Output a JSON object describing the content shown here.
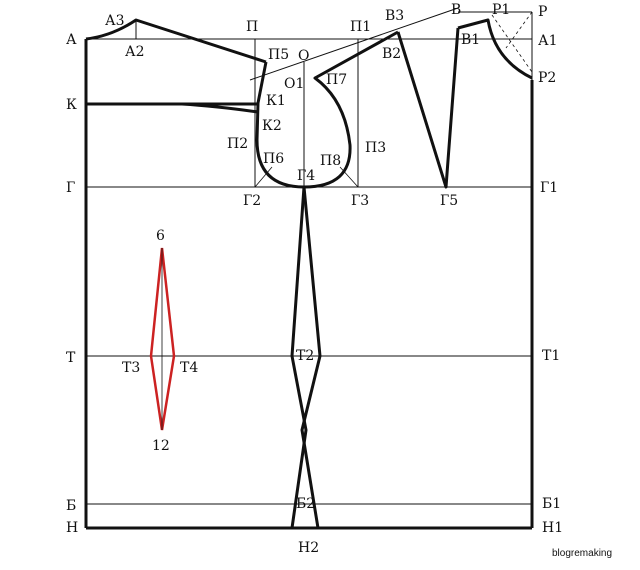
{
  "labels": {
    "A": "А",
    "A1": "А1",
    "A2": "А2",
    "A3": "А3",
    "P": "П",
    "P1": "П1",
    "P2": "П2",
    "P3": "П3",
    "P5": "П5",
    "P6": "П6",
    "P7": "П7",
    "P8": "П8",
    "O": "О",
    "O1": "О1",
    "V": "В",
    "V1": "В1",
    "V2": "В2",
    "V3": "В3",
    "R": "Р",
    "R1": "Р1",
    "R2": "Р2",
    "K": "К",
    "K1": "К1",
    "K2": "К2",
    "G": "Г",
    "G1": "Г1",
    "G2": "Г2",
    "G3": "Г3",
    "G4": "Г4",
    "G5": "Г5",
    "T": "Т",
    "T1": "Т1",
    "T2": "Т2",
    "T3": "Т3",
    "T4": "Т4",
    "B": "Б",
    "B1": "Б1",
    "B2": "Б2",
    "N": "Н",
    "N1": "Н1",
    "N2": "Н2",
    "dart_top": "6",
    "dart_bottom": "12"
  },
  "watermark": "blogremaking",
  "colors": {
    "line": "#111111",
    "dart": "#cc2222",
    "grid": "#111111"
  }
}
